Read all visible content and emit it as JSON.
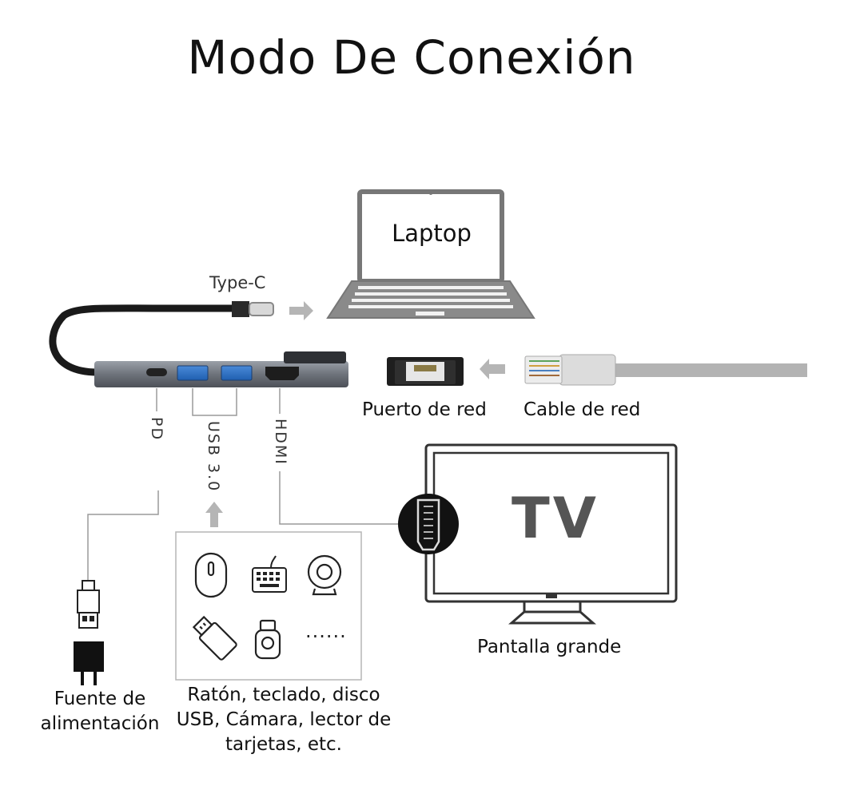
{
  "title": "Modo De Conexión",
  "laptop": {
    "label": "Laptop"
  },
  "cable_typec": {
    "label": "Type-C"
  },
  "ports": {
    "pd": "PD",
    "usb": "USB 3.0",
    "hdmi": "HDMI"
  },
  "network": {
    "port_label": "Puerto de red",
    "cable_label": "Cable de red"
  },
  "tv": {
    "screen_text": "TV",
    "label": "Pantalla grande"
  },
  "power": {
    "label": "Fuente de alimentación"
  },
  "peripherals": {
    "label": "Ratón, teclado, disco USB, Cámara, lector de tarjetas, etc.",
    "more": "......",
    "icons": [
      "mouse-icon",
      "keyboard-icon",
      "webcam-icon",
      "usb-drive-icon",
      "card-reader-icon"
    ]
  },
  "colors": {
    "hub_body": "#6e737b",
    "line": "#9a9a9a",
    "arrow": "#b5b5b5",
    "ethernet_cable": "#b3b3b3",
    "tv_text": "#555555"
  }
}
